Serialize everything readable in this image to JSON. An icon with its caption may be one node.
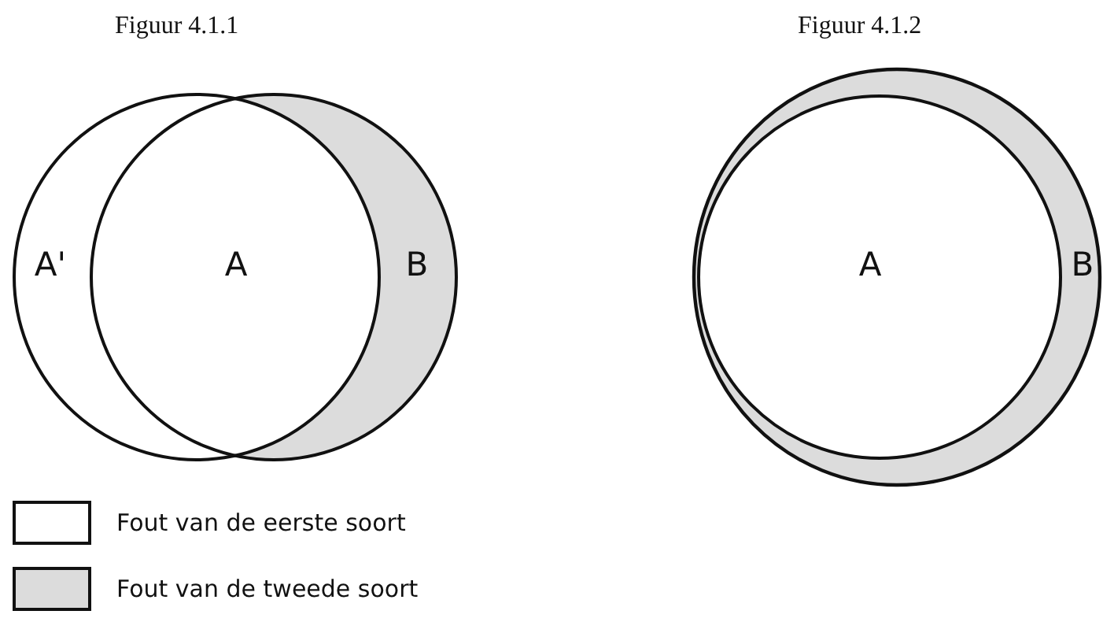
{
  "diagram": {
    "labels": [
      "Figuur 4.1.1",
      "Figuur 4.1.2",
      "A'",
      "A",
      "B",
      "A",
      "B"
    ],
    "legend": [
      {
        "text": "Fout van de eerste soort",
        "color": "#ffffff"
      },
      {
        "text": "Fout van de tweede soort",
        "color": "#dcdcdc"
      }
    ]
  }
}
